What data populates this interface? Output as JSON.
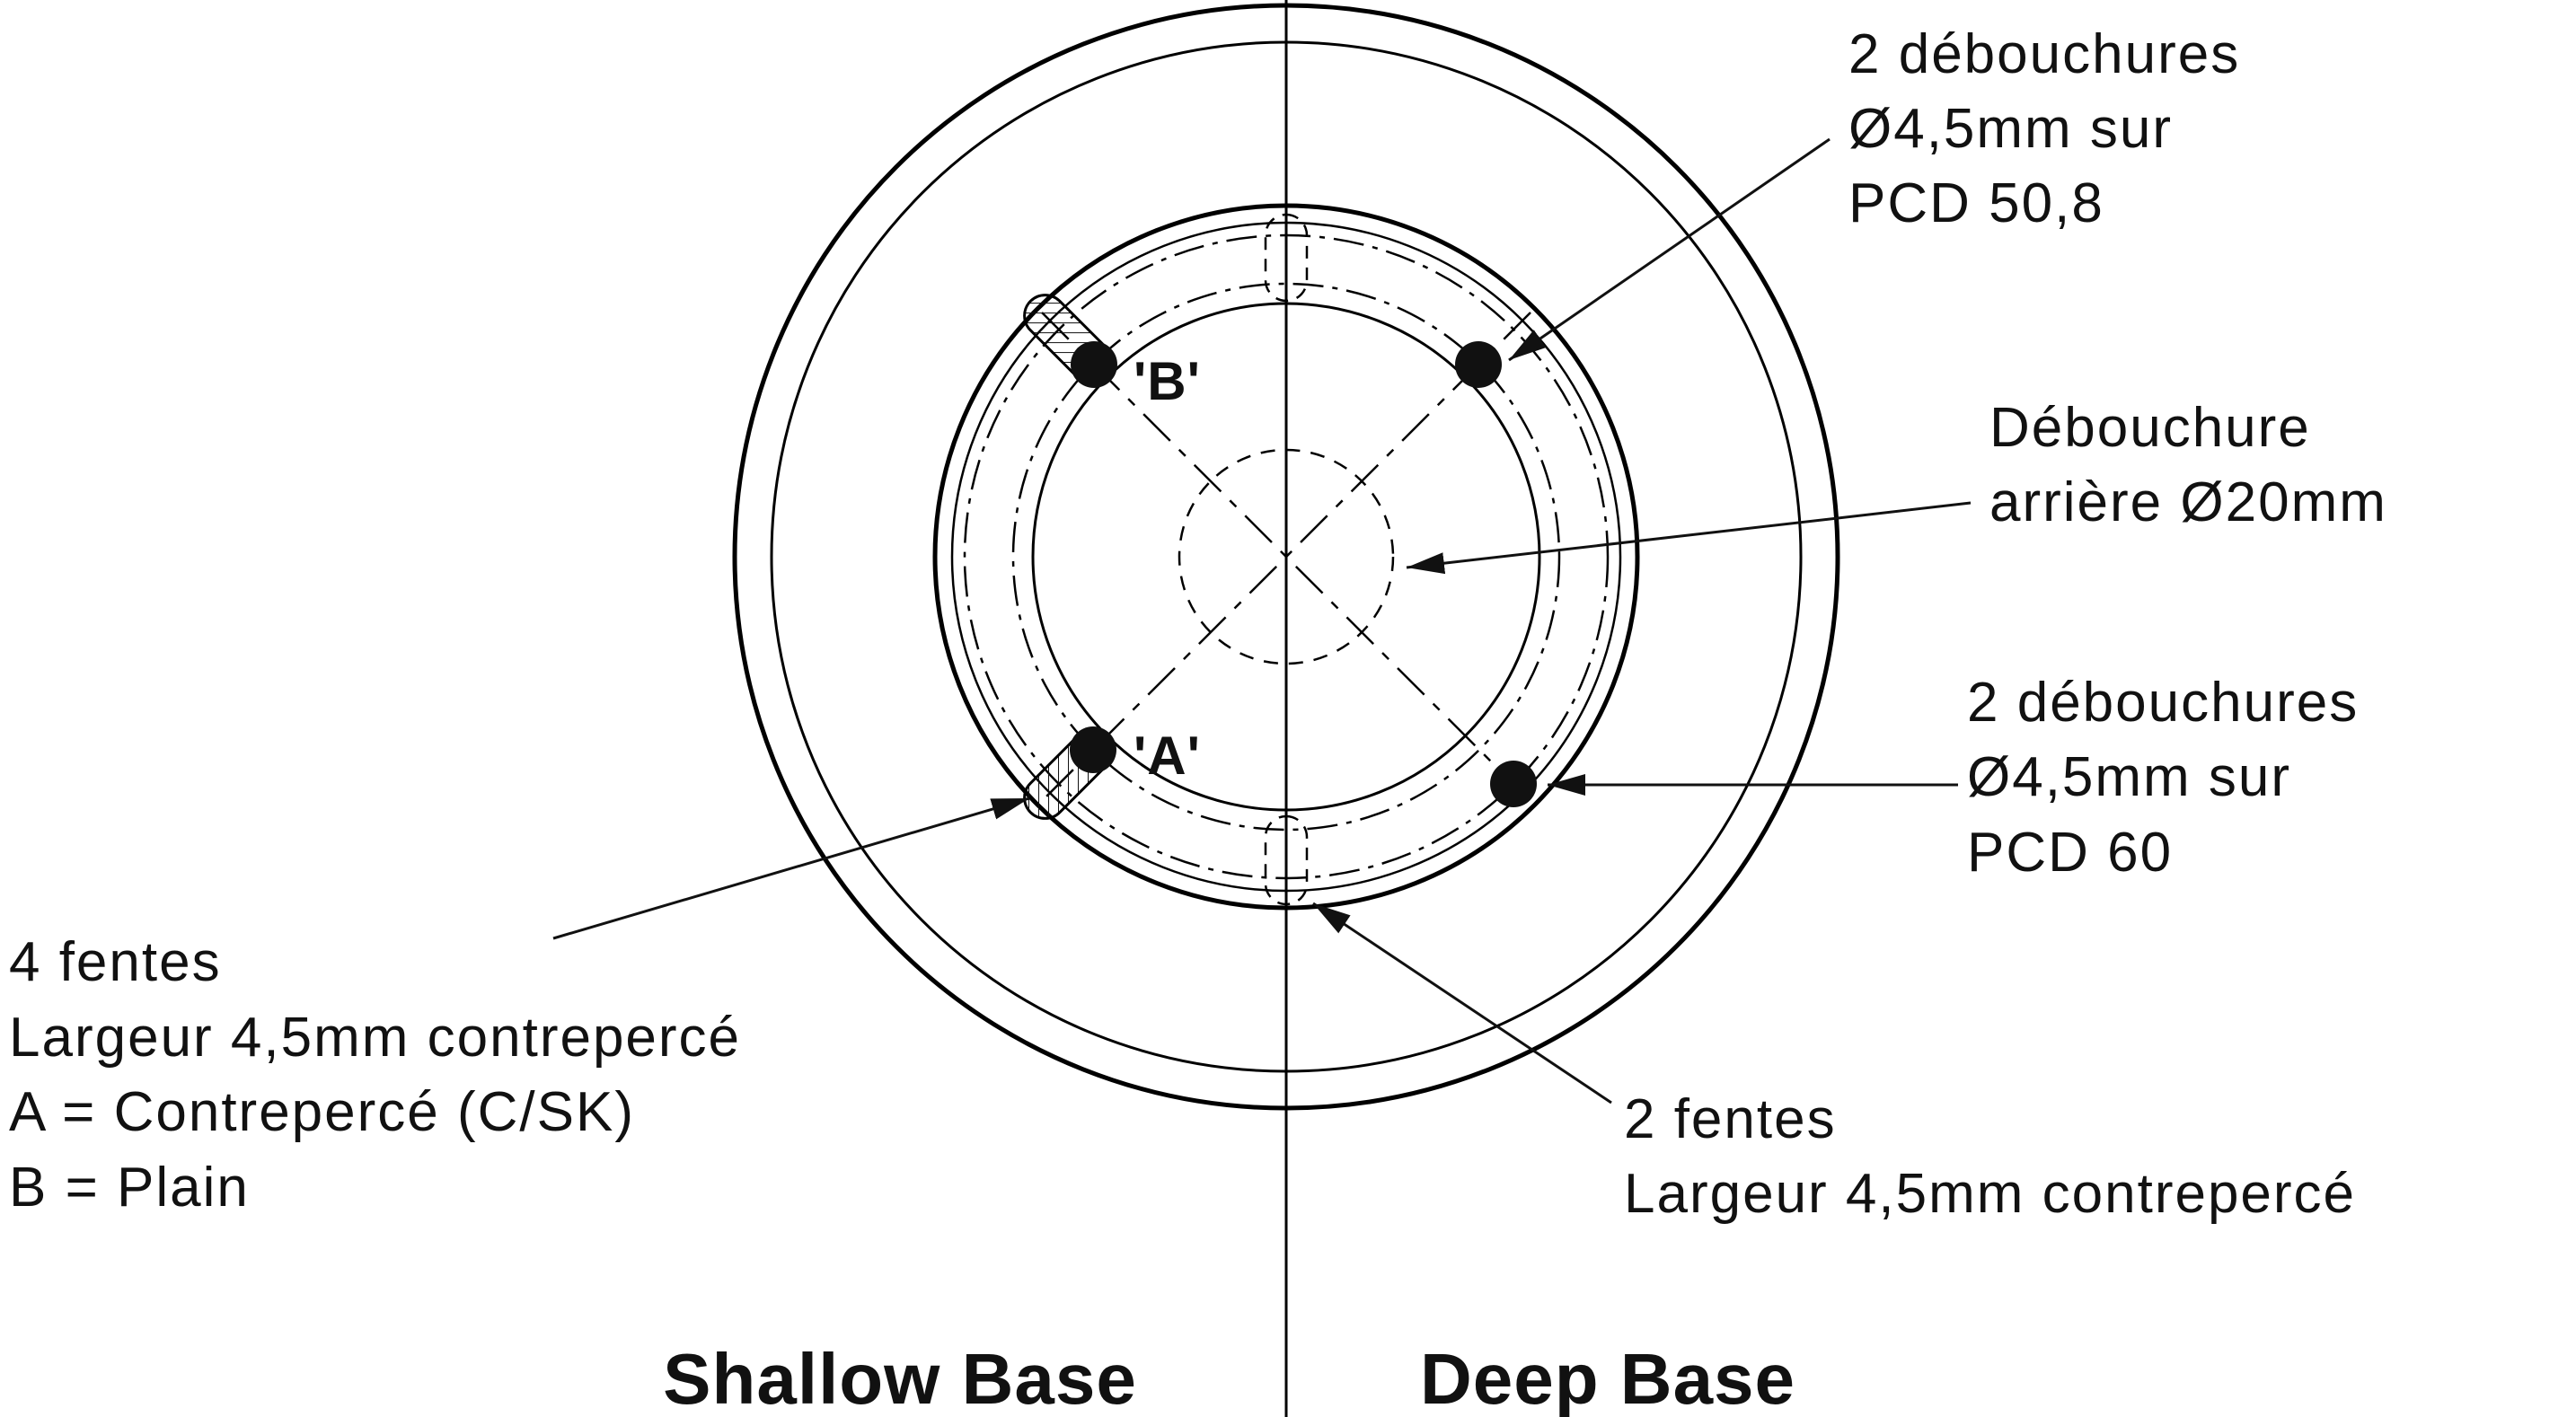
{
  "colors": {
    "line": "#000000",
    "text": "#111111",
    "background": "#ffffff"
  },
  "annotations": {
    "pcd508": {
      "lines": [
        "2 débouchures",
        "Ø4,5mm sur",
        "PCD 50,8"
      ]
    },
    "rear_hole": {
      "lines": [
        "Débouchure",
        "arrière Ø20mm"
      ]
    },
    "pcd60": {
      "lines": [
        "2 débouchures",
        "Ø4,5mm sur",
        "PCD 60"
      ]
    },
    "four_slots": {
      "lines": [
        "4  fentes",
        "Largeur 4,5mm contrepercé",
        "A = Contrepercé (C/SK)",
        "B = Plain"
      ]
    },
    "two_slots": {
      "lines": [
        "2  fentes",
        "Largeur 4,5mm contrepercé"
      ]
    }
  },
  "hole_labels": {
    "a": "'A'",
    "b": "'B'"
  },
  "base_titles": {
    "left": "Shallow Base",
    "right": "Deep Base"
  }
}
